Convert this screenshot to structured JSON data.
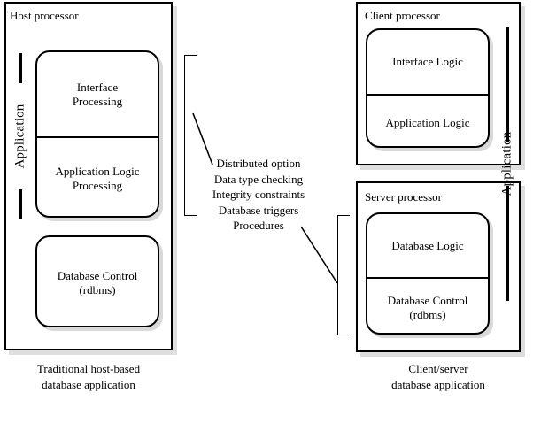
{
  "diagram": {
    "title_left": "Traditional host-based\ndatabase application",
    "title_right": "Client/server\ndatabase application"
  },
  "host": {
    "frame_label": "Host processor",
    "application_label": "Application",
    "modules": [
      {
        "name": "host-application-module",
        "cells": [
          "Interface\nProcessing",
          "Application Logic\nProcessing"
        ],
        "cell_1_line_1": "Interface",
        "cell_1_line_2": "Processing",
        "cell_2_line_1": "Application Logic",
        "cell_2_line_2": "Processing"
      },
      {
        "name": "host-database-module",
        "cell_1_line_1": "Database Control",
        "cell_1_line_2": "(rdbms)"
      }
    ],
    "caption_line_1": "Traditional host-based",
    "caption_line_2": "database application"
  },
  "client": {
    "frame_label": "Client processor",
    "cell_1": "Interface Logic",
    "cell_2": "Application Logic"
  },
  "server": {
    "frame_label": "Server processor",
    "cell_1": "Database Logic",
    "cell_2_line_1": "Database Control",
    "cell_2_line_2": "(rdbms)"
  },
  "right_side": {
    "application_label": "Application",
    "caption_line_1": "Client/server",
    "caption_line_2": "database application"
  },
  "annotation": {
    "lines": [
      "Distributed option",
      "Data type checking",
      "Integrity constraints",
      "Database triggers",
      "Procedures"
    ],
    "line_1": "Distributed option",
    "line_2": "Data type checking",
    "line_3": "Integrity constraints",
    "line_4": "Database triggers",
    "line_5": "Procedures"
  },
  "colors": {
    "stroke": "#000000",
    "background": "#ffffff",
    "shadow": "rgba(0,0,0,0.15)"
  }
}
